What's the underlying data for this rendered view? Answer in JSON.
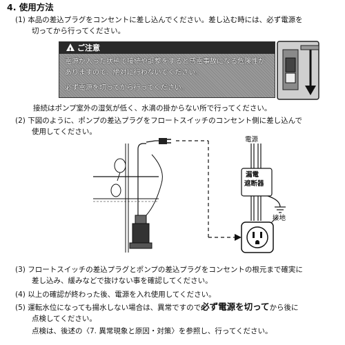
{
  "section": {
    "title": "4. 使用方法"
  },
  "step1": {
    "line1": "(1) 本品の差込プラグをコンセントに差し込んでください。差し込む時には、必ず電源を",
    "line2": "切ってから行ってください。"
  },
  "caution": {
    "title": "ご注意",
    "line1": "電源が入った状態で接続や調整をすると感電事故になる危険性が",
    "line2": "ありますので、絶対に行わないでください。",
    "line3": "必ず電源を切ってから行ってください。"
  },
  "connect_note": "接続はポンプ室外の湿気が低く、水滴の掛からない所で行ってください。",
  "step2": {
    "line1": "(2) 下図のように、ポンプの差込プラグをフロートスイッチのコンセント側に差し込んで",
    "line2": "使用してください。"
  },
  "diagram": {
    "power_label": "電源",
    "breaker_line1": "漏電",
    "breaker_line2": "遮断器",
    "ground_label": "接地"
  },
  "step3": {
    "line1": "(3) フロートスイッチの差込プラグとポンプの差込プラグをコンセントの根元まで確実に",
    "line2": "差し込み、緩みなどで抜けない事を確認してください。"
  },
  "step4": {
    "line1": "(4) 以上の確認が終わった後、電源を入れ使用してください。"
  },
  "step5": {
    "line1_a": "(5) 運転水位になっても揚水しない場合は、異常ですので",
    "line1_b": "必ず電源を切って",
    "line1_c": "から後に",
    "line2": "点検してください。",
    "line3": "点検は、後述の〈7. 異常現象と原因・対策〉を参照し、行ってください。"
  },
  "colors": {
    "ink": "#111111",
    "caution_bg": "#9a9a9a",
    "caution_head": "#2a2a2a"
  }
}
